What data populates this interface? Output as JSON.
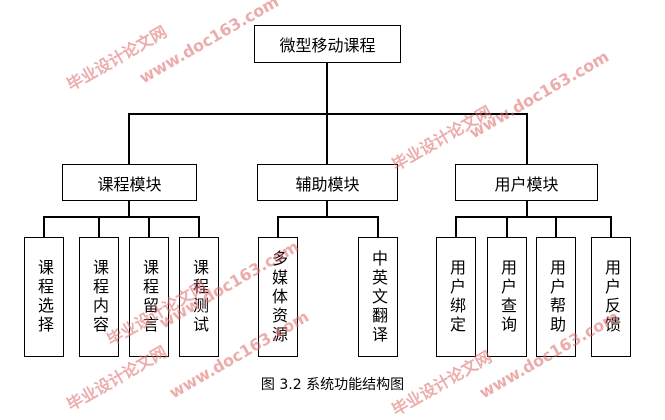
{
  "root": {
    "label": "微型移动课程"
  },
  "modules": [
    {
      "label": "课程模块",
      "children": [
        "课程选择",
        "课程内容",
        "课程留言",
        "课程测试"
      ]
    },
    {
      "label": "辅助模块",
      "children": [
        "多媒体资源",
        "中英文翻译"
      ]
    },
    {
      "label": "用户模块",
      "children": [
        "用户绑定",
        "用户查询",
        "用户帮助",
        "用户反馈"
      ]
    }
  ],
  "caption": "图 3.2 系统功能结构图",
  "watermarks": [
    "毕业设计论文网",
    "www.doc163.com",
    "毕业设计论文网",
    "www.doc163.com",
    "毕业设计论文网",
    "www.doc163.com",
    "毕业设计论文网",
    "www.doc163.com",
    "毕业设计论文网",
    "www.doc163.com"
  ]
}
